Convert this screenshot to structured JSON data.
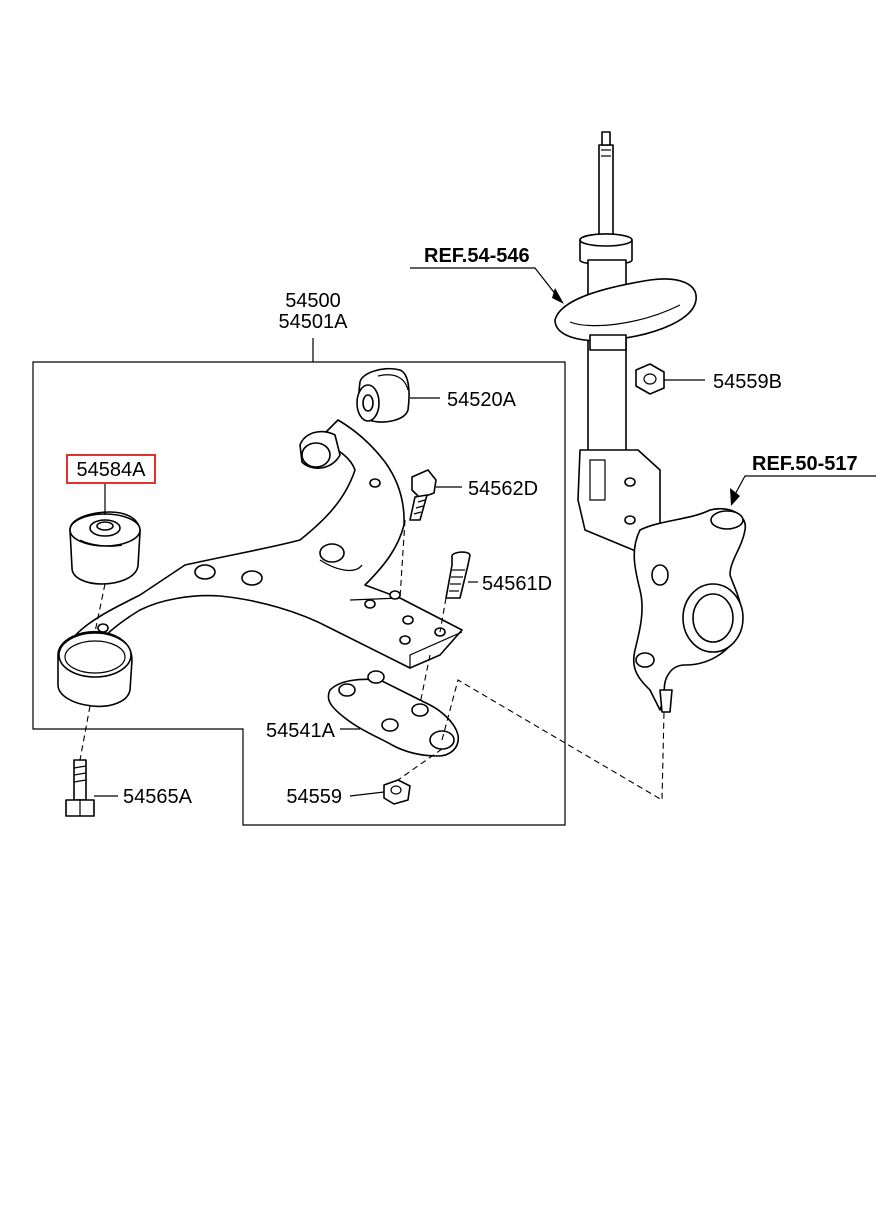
{
  "labels": {
    "assembly_1": "54500",
    "assembly_2": "54501A",
    "bushing_upper": "54520A",
    "bushing_front": "54584A",
    "bolt_upper": "54562D",
    "bolt_stud": "54561D",
    "ball_joint": "54541A",
    "nut": "54559",
    "nut_b": "54559B",
    "bolt_lower": "54565A"
  },
  "refs": {
    "strut": "REF.54-546",
    "knuckle": "REF.50-517"
  },
  "highlight": {
    "part": "54584A",
    "color": "#e0322e"
  }
}
